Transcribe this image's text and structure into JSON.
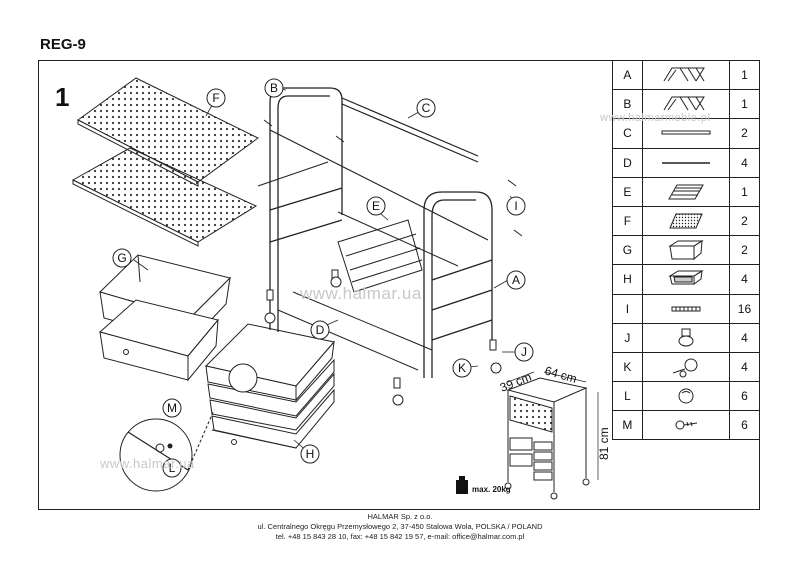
{
  "model": "REG-9",
  "step": "1",
  "parts": [
    {
      "letter": "A",
      "qty": "1",
      "icon": "frame-bars-icon"
    },
    {
      "letter": "B",
      "qty": "1",
      "icon": "frame-bars-icon"
    },
    {
      "letter": "C",
      "qty": "2",
      "icon": "long-bar-icon"
    },
    {
      "letter": "D",
      "qty": "4",
      "icon": "rod-icon"
    },
    {
      "letter": "E",
      "qty": "1",
      "icon": "slide-rack-icon"
    },
    {
      "letter": "F",
      "qty": "2",
      "icon": "mesh-panel-icon"
    },
    {
      "letter": "G",
      "qty": "2",
      "icon": "deep-drawer-icon"
    },
    {
      "letter": "H",
      "qty": "4",
      "icon": "shallow-drawer-icon"
    },
    {
      "letter": "I",
      "qty": "16",
      "icon": "screw-icon"
    },
    {
      "letter": "J",
      "qty": "4",
      "icon": "caster-icon"
    },
    {
      "letter": "K",
      "qty": "4",
      "icon": "locking-caster-icon"
    },
    {
      "letter": "L",
      "qty": "6",
      "icon": "knob-icon"
    },
    {
      "letter": "M",
      "qty": "6",
      "icon": "bolt-icon"
    }
  ],
  "dimensions": {
    "depth": "39 cm",
    "width": "64 cm",
    "height": "81 cm"
  },
  "max_load": "max. 20kg",
  "callouts": [
    "A",
    "B",
    "C",
    "D",
    "E",
    "F",
    "G",
    "H",
    "I",
    "J",
    "K",
    "L",
    "M"
  ],
  "watermarks": [
    "www.halmarmeble.pl",
    "www.halmar.ua",
    "www.halmar.ua"
  ],
  "footer": {
    "company": "HALMAR Sp. z o.o.",
    "address": "ul. Centralnego Okręgu Przemysłowego 2, 37-450 Stalowa Wola, POLSKA / POLAND",
    "contact": "tel. +48 15 843 28 10, fax: +48 15 842 19 57, e-mail: office@halmar.com.pl"
  }
}
